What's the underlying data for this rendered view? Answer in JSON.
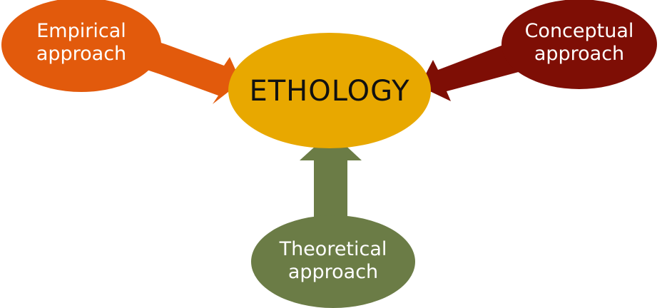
{
  "center": {
    "label": "ETHOLOGY",
    "color": "#e8a800"
  },
  "nodes": {
    "empirical": {
      "line1": "Empirical",
      "line2": "approach",
      "color": "#e25a0c"
    },
    "conceptual": {
      "line1": "Conceptual",
      "line2": "approach",
      "color": "#7e0e05"
    },
    "theoretical": {
      "line1": "Theoretical",
      "line2": "approach",
      "color": "#6b7c46"
    }
  }
}
